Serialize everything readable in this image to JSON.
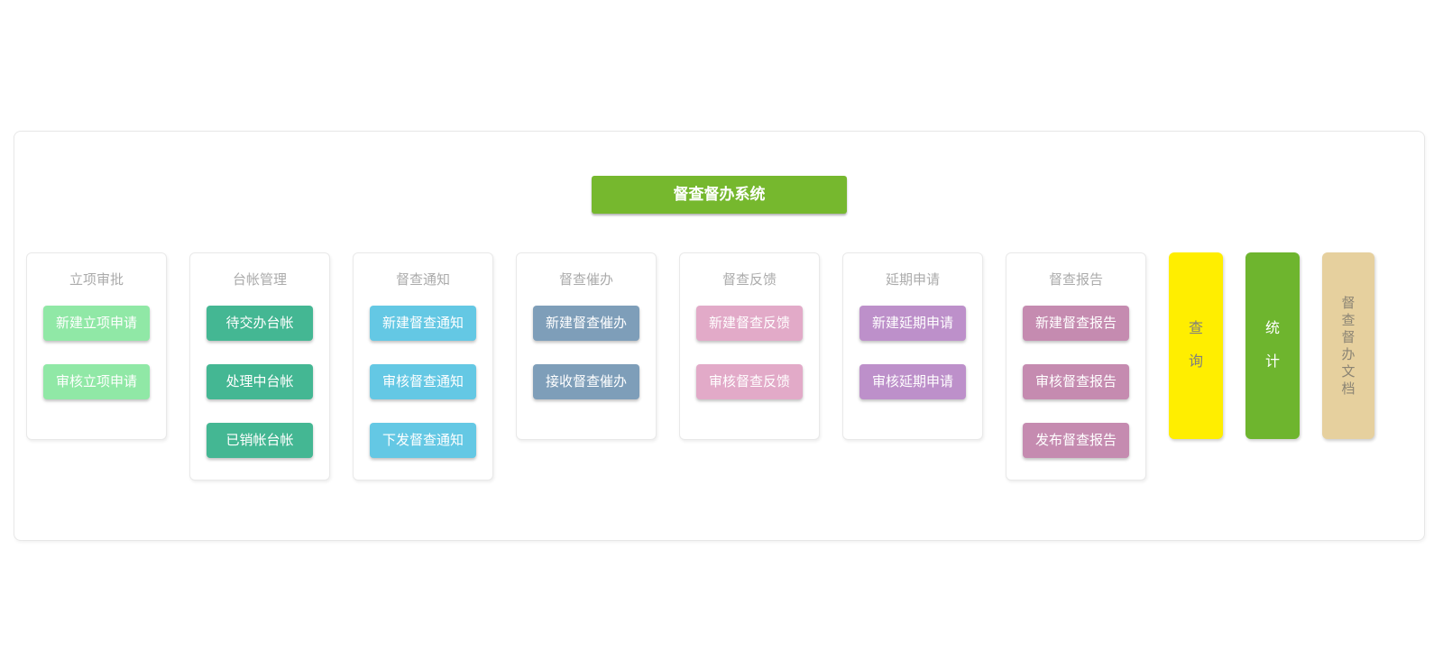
{
  "system": {
    "title": "督查督办系统",
    "color": "#76b82e"
  },
  "columns": [
    {
      "id": "project-approval",
      "title": "立项审批",
      "button_color": "#90e8a6",
      "buttons": [
        "新建立项申请",
        "审核立项申请"
      ]
    },
    {
      "id": "ledger-management",
      "title": "台帐管理",
      "button_color": "#44b793",
      "buttons": [
        "待交办台帐",
        "处理中台帐",
        "已销帐台帐"
      ]
    },
    {
      "id": "supervision-notice",
      "title": "督查通知",
      "button_color": "#64c8e4",
      "buttons": [
        "新建督查通知",
        "审核督查通知",
        "下发督查通知"
      ]
    },
    {
      "id": "supervision-urge",
      "title": "督查催办",
      "button_color": "#7e9eb9",
      "buttons": [
        "新建督查催办",
        "接收督查催办"
      ]
    },
    {
      "id": "supervision-feedback",
      "title": "督查反馈",
      "button_color": "#e2aac8",
      "buttons": [
        "新建督查反馈",
        "审核督查反馈"
      ]
    },
    {
      "id": "extension-request",
      "title": "延期申请",
      "button_color": "#bd90ca",
      "buttons": [
        "新建延期申请",
        "审核延期申请"
      ]
    },
    {
      "id": "supervision-report",
      "title": "督查报告",
      "button_color": "#c58bb0",
      "buttons": [
        "新建督查报告",
        "审核督查报告",
        "发布督查报告"
      ]
    }
  ],
  "side_bars": [
    {
      "id": "query",
      "label": "查询",
      "chars": [
        "查",
        "询"
      ],
      "bg": "#ffee00",
      "text_color": "#7f7f7f"
    },
    {
      "id": "statistics",
      "label": "统计",
      "chars": [
        "统",
        "计"
      ],
      "bg": "#6eb52e",
      "text_color": "#ffffff"
    },
    {
      "id": "supervision-docs",
      "label": "督查督办文档",
      "chars": [
        "督",
        "查",
        "督",
        "办",
        "文",
        "档"
      ],
      "bg": "#e6d09e",
      "text_color": "#8b8474"
    }
  ]
}
